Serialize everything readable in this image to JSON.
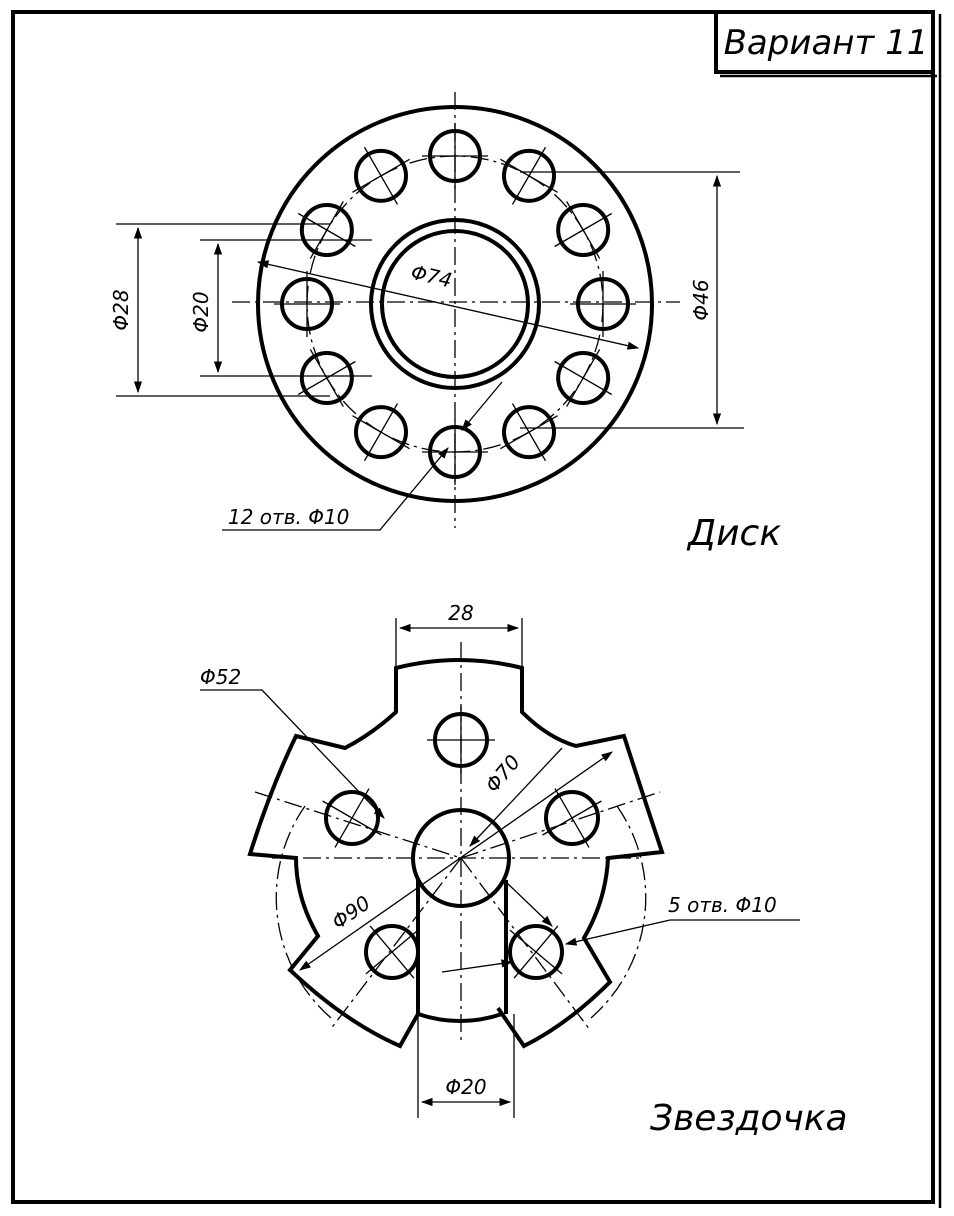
{
  "header": {
    "variant": "Вариант 11"
  },
  "disk": {
    "title": "Диск",
    "dims": {
      "d28": "Φ28",
      "d20": "Φ20",
      "d74": "Φ74",
      "d46": "Φ46",
      "holes": "12 отв. Φ10"
    }
  },
  "star": {
    "title": "Звездочка",
    "dims": {
      "w28": "28",
      "d52": "Φ52",
      "d70": "Φ70",
      "d90": "Φ90",
      "holes": "5 отв. Φ10",
      "d20": "Φ20"
    }
  }
}
